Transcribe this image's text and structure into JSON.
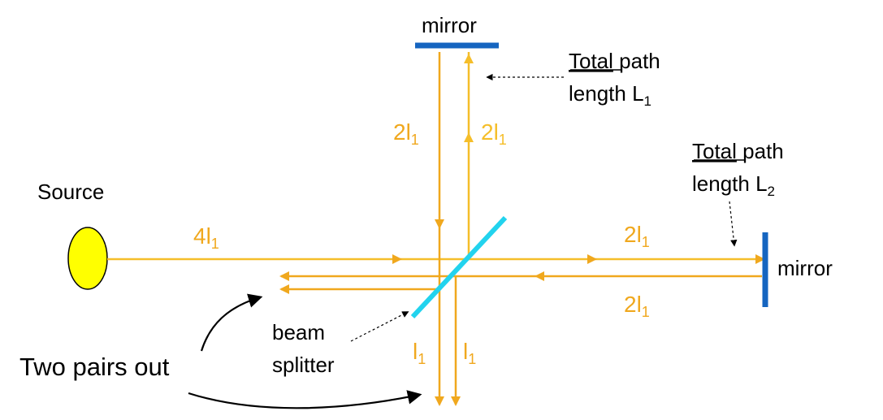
{
  "colors": {
    "beam": "#F0A81E",
    "beam_light": "#F5BE2A",
    "label_orange": "#F0A81E",
    "mirror": "#1565C0",
    "splitter": "#22D3EE",
    "source_fill": "#FFFF00",
    "text": "#000000"
  },
  "labels": {
    "source": "Source",
    "mirror_top": "mirror",
    "mirror_right": "mirror",
    "beam_splitter_line1": "beam",
    "beam_splitter_line2": "splitter",
    "two_pairs_out": "Two pairs out",
    "top_note": {
      "underlined": "Total",
      "rest_line1": " path",
      "line2": "length L",
      "sub": "1"
    },
    "right_note": {
      "underlined": "Total",
      "rest_line1": " path",
      "line2": "length L",
      "sub": "2"
    }
  },
  "path_labels": {
    "incoming": {
      "main": "4l",
      "sub": "1"
    },
    "top_down": {
      "main": "2l",
      "sub": "1"
    },
    "top_up": {
      "main": "2l",
      "sub": "1"
    },
    "right_out": {
      "main": "2l",
      "sub": "1"
    },
    "right_back": {
      "main": "2l",
      "sub": "1"
    },
    "bottom_left": {
      "main": "l",
      "sub": "1"
    },
    "bottom_right": {
      "main": "l",
      "sub": "1"
    }
  }
}
